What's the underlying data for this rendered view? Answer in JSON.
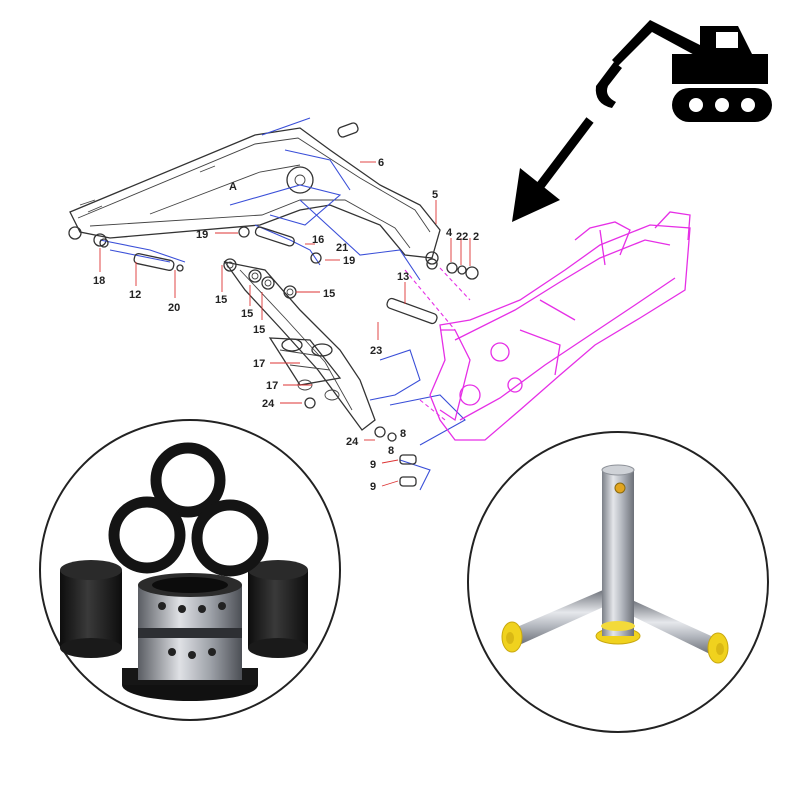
{
  "diagram": {
    "detail_marker": "A",
    "callouts": {
      "c2": "2",
      "c4": "4",
      "c5": "5",
      "c6": "6",
      "c8a": "8",
      "c8b": "8",
      "c9a": "9",
      "c9b": "9",
      "c12": "12",
      "c13": "13",
      "c15a": "15",
      "c15b": "15",
      "c15c": "15",
      "c15d": "15",
      "c16": "16",
      "c17a": "17",
      "c17b": "17",
      "c18": "18",
      "c19a": "19",
      "c19b": "19",
      "c20": "20",
      "c21": "21",
      "c22": "22",
      "c23": "23",
      "c24a": "24",
      "c24b": "24"
    }
  },
  "icons": {
    "excavator": "excavator-icon",
    "arrow": "arrow-down-left-icon"
  },
  "photos": {
    "left": "bushings-photo",
    "right": "pins-photo"
  },
  "colors": {
    "outline": "#333333",
    "blue_lines": "#3a4fd8",
    "pink_frame": "#e62fe6",
    "leader_red": "#dd3333",
    "bushing_black": "#1a1a1a",
    "pin_steel": "#b9bcc2",
    "pin_cap_yellow": "#f0d21e"
  }
}
